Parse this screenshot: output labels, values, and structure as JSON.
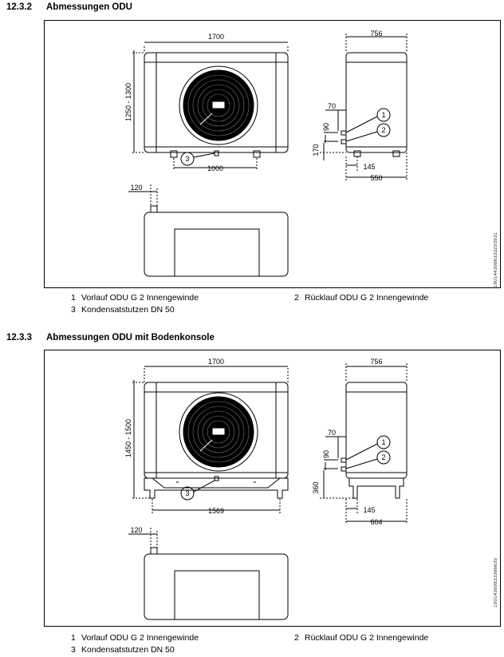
{
  "sections": [
    {
      "number": "12.3.2",
      "title": "Abmessungen ODU",
      "front": {
        "width": "1700",
        "height": "1250 - 1300",
        "feet": "1000"
      },
      "side": {
        "depth": "756",
        "d70": "70",
        "d90": "90",
        "d170": "170",
        "d145": "145",
        "d550": "550"
      },
      "top": {
        "d120": "120"
      },
      "image_id": "1801443986333293931",
      "legend": [
        {
          "n": "1",
          "text": "Vorlauf ODU G 2 Innengewinde"
        },
        {
          "n": "2",
          "text": "Rücklauf ODU G 2 Innengewinde"
        },
        {
          "n": "3",
          "text": "Kondensatstutzen DN 50"
        }
      ]
    },
    {
      "number": "12.3.3",
      "title": "Abmessungen ODU mit Bodenkonsole",
      "front": {
        "width": "1700",
        "height": "1450 - 1500",
        "feet": "1569"
      },
      "side": {
        "depth": "756",
        "d70": "70",
        "d90": "90",
        "d170": "360",
        "d145": "145",
        "d550": "604"
      },
      "top": {
        "d120": "120"
      },
      "image_id": "18014399833366635",
      "legend": [
        {
          "n": "1",
          "text": "Vorlauf ODU G 2 Innengewinde"
        },
        {
          "n": "2",
          "text": "Rücklauf ODU G 2 Innengewinde"
        },
        {
          "n": "3",
          "text": "Kondensatstutzen DN 50"
        }
      ]
    }
  ]
}
